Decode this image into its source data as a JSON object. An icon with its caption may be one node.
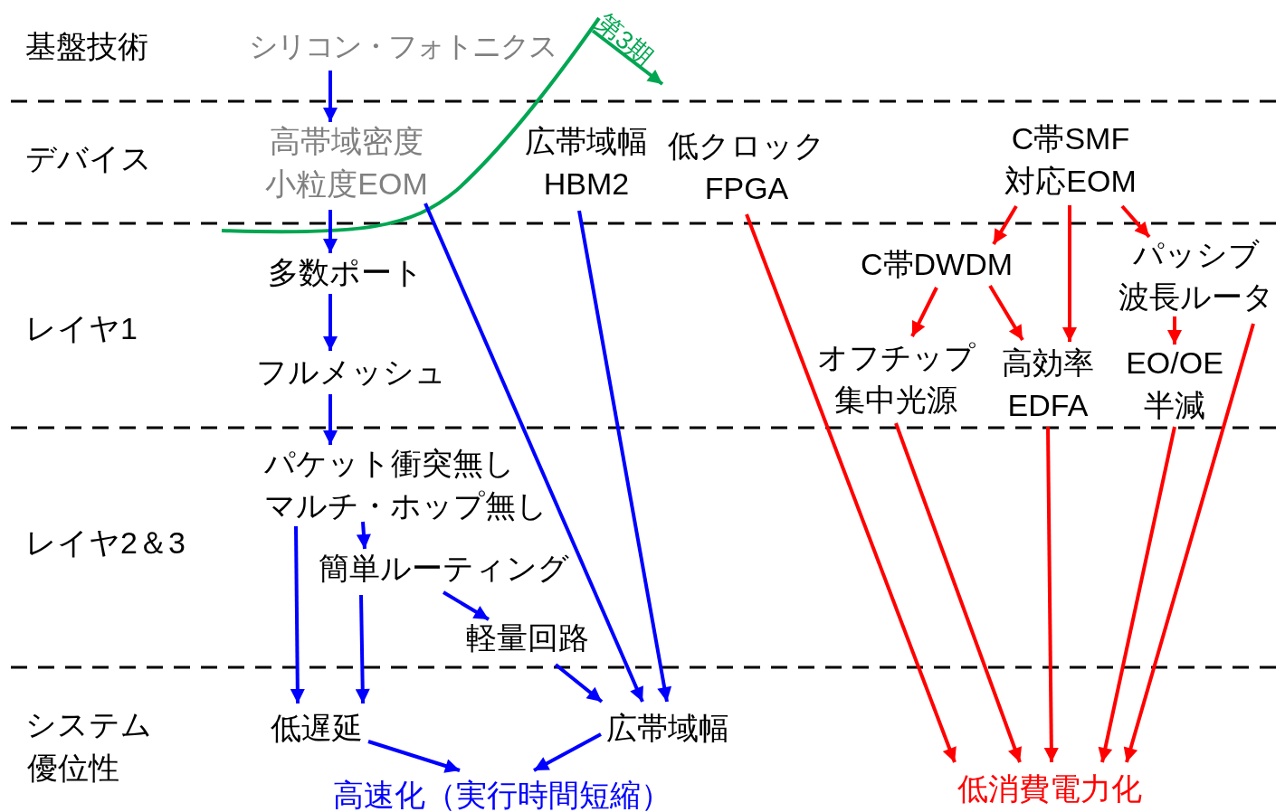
{
  "diagram": {
    "nodes": [
      {
        "text": [
          "シリコン・フォトニクス"
        ]
      },
      {
        "text": [
          "高帯域密度",
          "小粒度EOM"
        ]
      },
      {
        "text": [
          "広帯域幅",
          "HBM2"
        ]
      },
      {
        "text": [
          "低クロック",
          "FPGA"
        ]
      },
      {
        "text": [
          "C帯SMF",
          "対応EOM"
        ]
      },
      {
        "text": [
          "多数ポート"
        ]
      },
      {
        "text": [
          "C帯DWDM"
        ]
      },
      {
        "text": [
          "パッシブ",
          "波長ルータ"
        ]
      },
      {
        "text": [
          "フルメッシュ"
        ]
      },
      {
        "text": [
          "オフチップ",
          "集中光源"
        ]
      },
      {
        "text": [
          "高効率",
          "EDFA"
        ]
      },
      {
        "text": [
          "EO/OE",
          "半減"
        ]
      },
      {
        "text": [
          "パケット衝突無し",
          "マルチ・ホップ無し"
        ]
      },
      {
        "text": [
          "簡単ルーティング"
        ]
      },
      {
        "text": [
          "軽量回路"
        ]
      },
      {
        "text": [
          "低遅延"
        ]
      },
      {
        "text": [
          "広帯域幅"
        ]
      },
      {
        "text": [
          "高速化（実行時間短縮）"
        ]
      },
      {
        "text": [
          "低消費電力化"
        ]
      }
    ],
    "edges": [
      {
        "from": 0,
        "to": 1,
        "arrow": "to"
      },
      {
        "from": 1,
        "to": 5,
        "arrow": "to"
      },
      {
        "from": 5,
        "to": 8,
        "arrow": "to"
      },
      {
        "from": 8,
        "to": 12,
        "arrow": "to"
      },
      {
        "from": 12,
        "to": 15,
        "arrow": "to"
      },
      {
        "from": 12,
        "to": 13,
        "arrow": "to"
      },
      {
        "from": 13,
        "to": 15,
        "arrow": "to"
      },
      {
        "from": 13,
        "to": 14,
        "arrow": "to"
      },
      {
        "from": 14,
        "to": 16,
        "arrow": "to"
      },
      {
        "from": 1,
        "to": 16,
        "arrow": "to"
      },
      {
        "from": 2,
        "to": 16,
        "arrow": "to"
      },
      {
        "from": 15,
        "to": 17,
        "arrow": "to"
      },
      {
        "from": 16,
        "to": 17,
        "arrow": "to"
      },
      {
        "from": 4,
        "to": 6,
        "arrow": "to",
        "color": "#ff0000"
      },
      {
        "from": 4,
        "to": 10,
        "arrow": "to",
        "color": "#ff0000"
      },
      {
        "from": 4,
        "to": 7,
        "arrow": "to",
        "color": "#ff0000"
      },
      {
        "from": 6,
        "to": 9,
        "arrow": "to",
        "color": "#ff0000"
      },
      {
        "from": 6,
        "to": 10,
        "arrow": "to",
        "color": "#ff0000"
      },
      {
        "from": 7,
        "to": 11,
        "arrow": "to",
        "color": "#ff0000"
      },
      {
        "from": 3,
        "to": 18,
        "arrow": "to",
        "color": "#ff0000"
      },
      {
        "from": 9,
        "to": 18,
        "arrow": "to",
        "color": "#ff0000"
      },
      {
        "from": 10,
        "to": 18,
        "arrow": "to",
        "color": "#ff0000"
      },
      {
        "from": 11,
        "to": 18,
        "arrow": "to",
        "color": "#ff0000"
      },
      {
        "from": 7,
        "to": 18,
        "arrow": "to",
        "color": "#ff0000"
      }
    ],
    "labels": [
      "基盤技術",
      "第3期",
      "デバイス",
      "レイヤ1",
      "レイヤ2＆3",
      "システム",
      "優位性"
    ]
  }
}
